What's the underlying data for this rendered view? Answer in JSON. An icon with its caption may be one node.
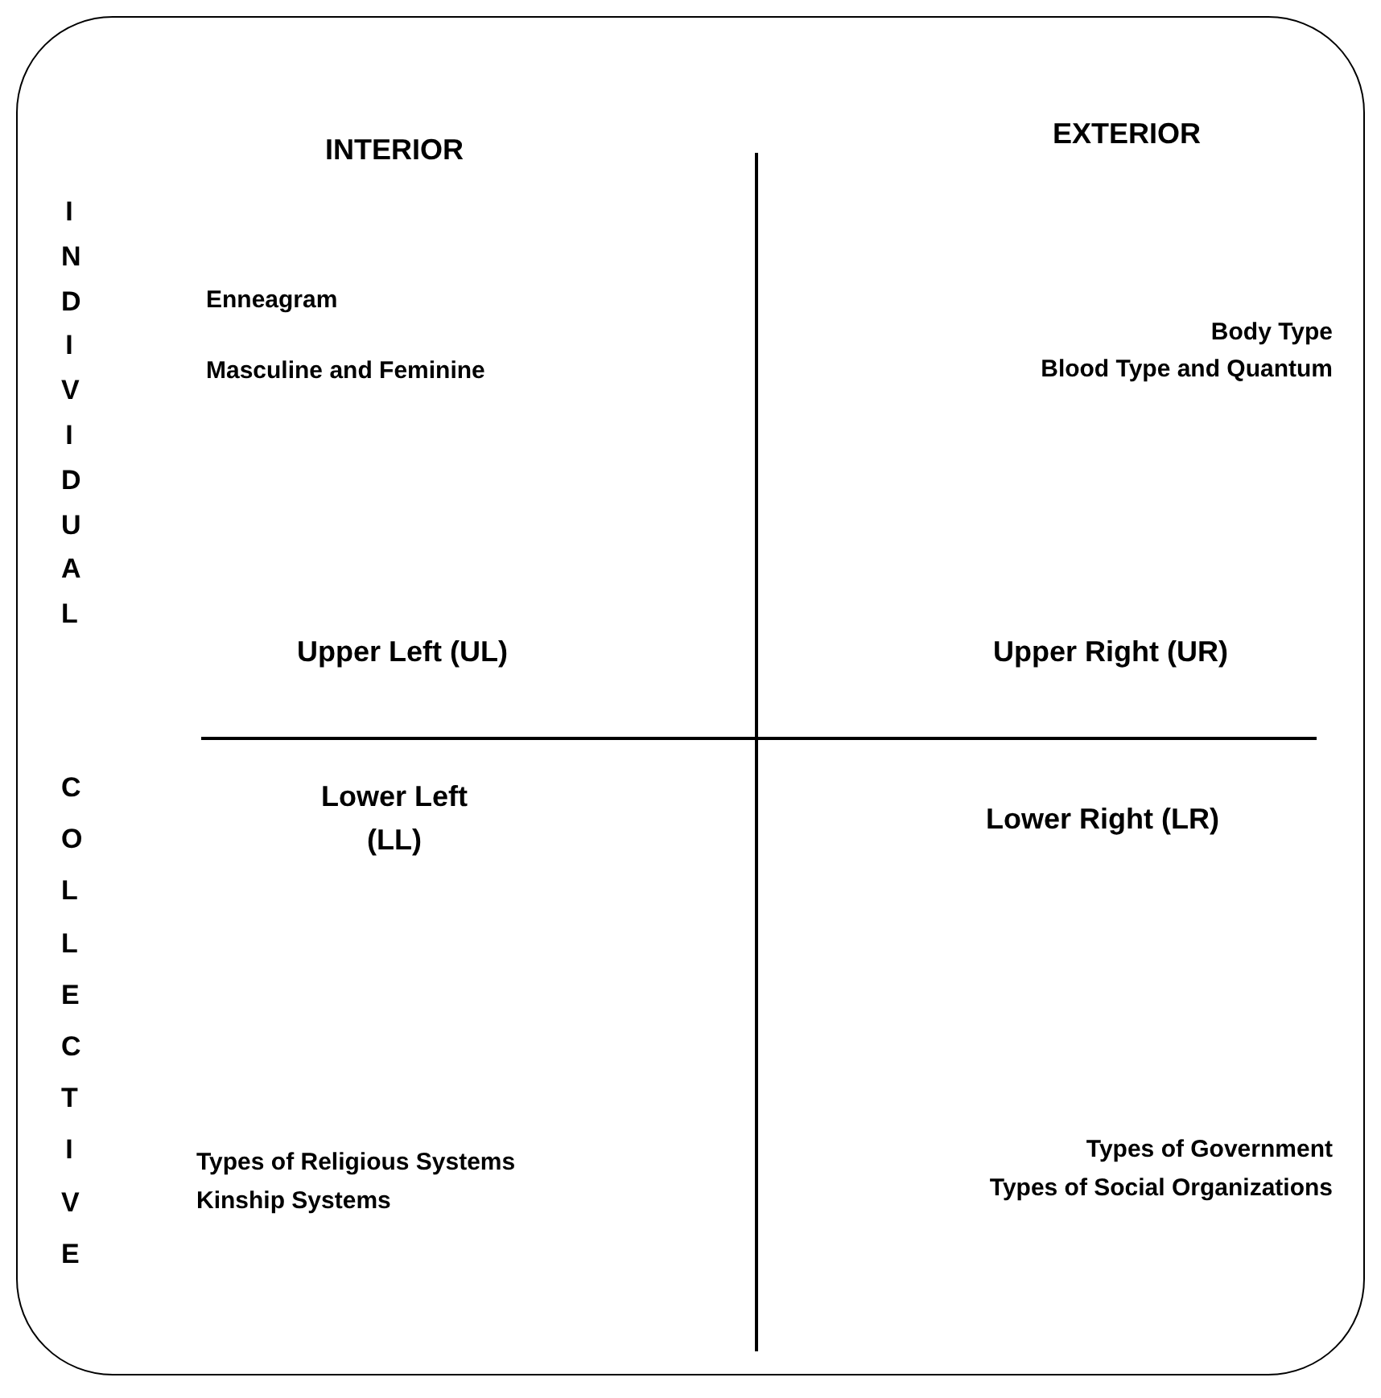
{
  "diagram": {
    "labels": [
      "INTERIOR",
      "EXTERIOR",
      "INDIVIDUAL",
      "Enneagram",
      "Masculine and Feminine",
      "Body Type",
      "Blood Type and Quantum",
      "Upper Left (UL)",
      "Upper Right (UR)",
      "Lower Left (LL)",
      "COLLECTIVE",
      "Lower Right (LR)",
      "Types of Religious Systems",
      "Kinship Systems",
      "Types of Government",
      "Types of Social Organizations"
    ]
  }
}
